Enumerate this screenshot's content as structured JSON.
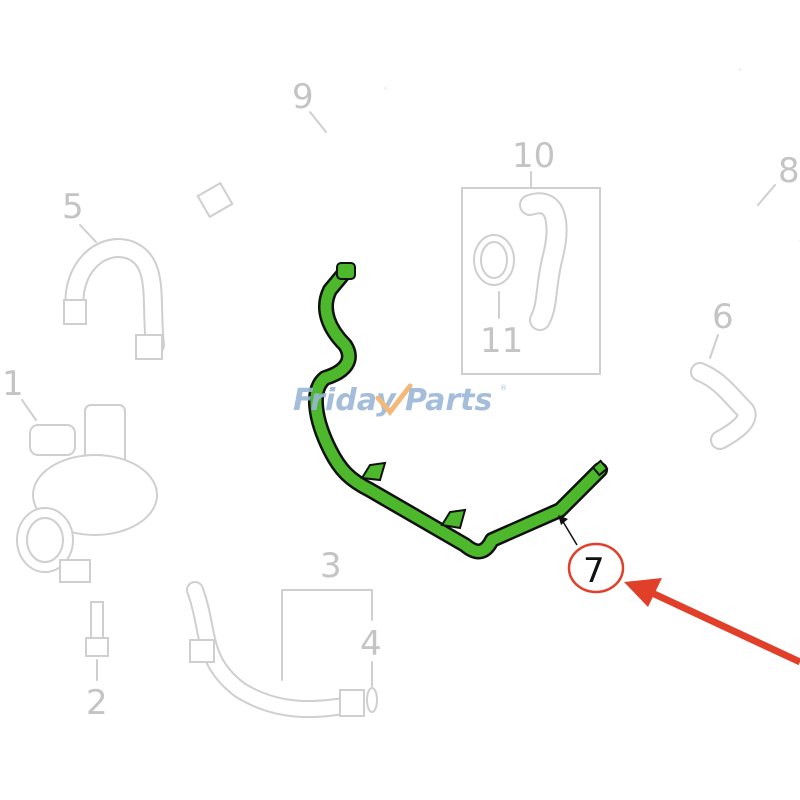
{
  "diagram": {
    "part_labels": {
      "p1": "1",
      "p2": "2",
      "p3": "3",
      "p4": "4",
      "p5": "5",
      "p6": "6",
      "p7": "7",
      "p8": "8",
      "p9": "9",
      "p10": "10",
      "p11": "11"
    },
    "highlighted_part": "7",
    "watermark": {
      "text_a": "Friday",
      "text_b": "Parts",
      "mark": "®"
    },
    "colors": {
      "highlight": "#4db82b",
      "ghost": "#cfcfcf",
      "callout": "#e0402a",
      "logo_blue": "#9bb6d8",
      "logo_orange": "#f2b26b"
    }
  }
}
